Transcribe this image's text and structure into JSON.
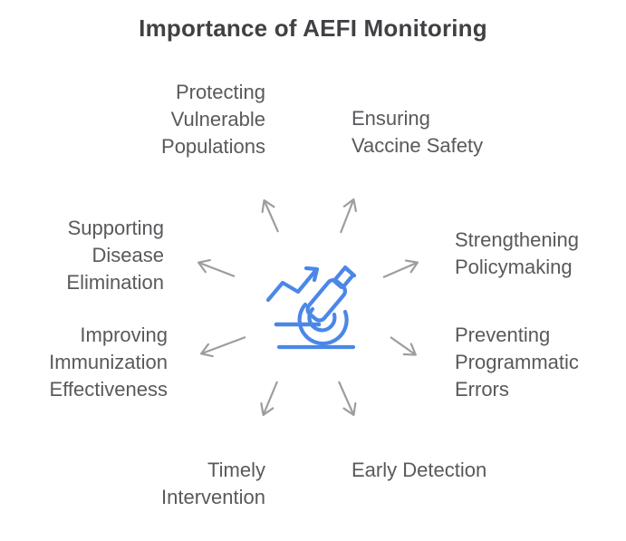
{
  "title": "Importance of AEFI Monitoring",
  "colors": {
    "title_text": "#3f4144",
    "label_text": "#58595c",
    "arrow_gray": "#9d9d9d",
    "icon_blue": "#4a87e8",
    "background": "#ffffff"
  },
  "center_icon": {
    "name": "microscope-trend-icon",
    "color": "#4a87e8"
  },
  "labels": [
    {
      "id": "protecting-vulnerable-populations",
      "text": "Protecting\nVulnerable\nPopulations",
      "position": "top-left"
    },
    {
      "id": "ensuring-vaccine-safety",
      "text": "Ensuring\nVaccine Safety",
      "position": "top-right"
    },
    {
      "id": "supporting-disease-elimination",
      "text": "Supporting\nDisease\nElimination",
      "position": "mid-left-upper"
    },
    {
      "id": "strengthening-policymaking",
      "text": "Strengthening\nPolicymaking",
      "position": "mid-right-upper"
    },
    {
      "id": "improving-immunization-effectiveness",
      "text": "Improving\nImmunization\nEffectiveness",
      "position": "mid-left-lower"
    },
    {
      "id": "preventing-programmatic-errors",
      "text": "Preventing\nProgrammatic\nErrors",
      "position": "mid-right-lower"
    },
    {
      "id": "timely-intervention",
      "text": "Timely\nIntervention",
      "position": "bottom-left"
    },
    {
      "id": "early-detection",
      "text": "Early Detection",
      "position": "bottom-right"
    }
  ]
}
